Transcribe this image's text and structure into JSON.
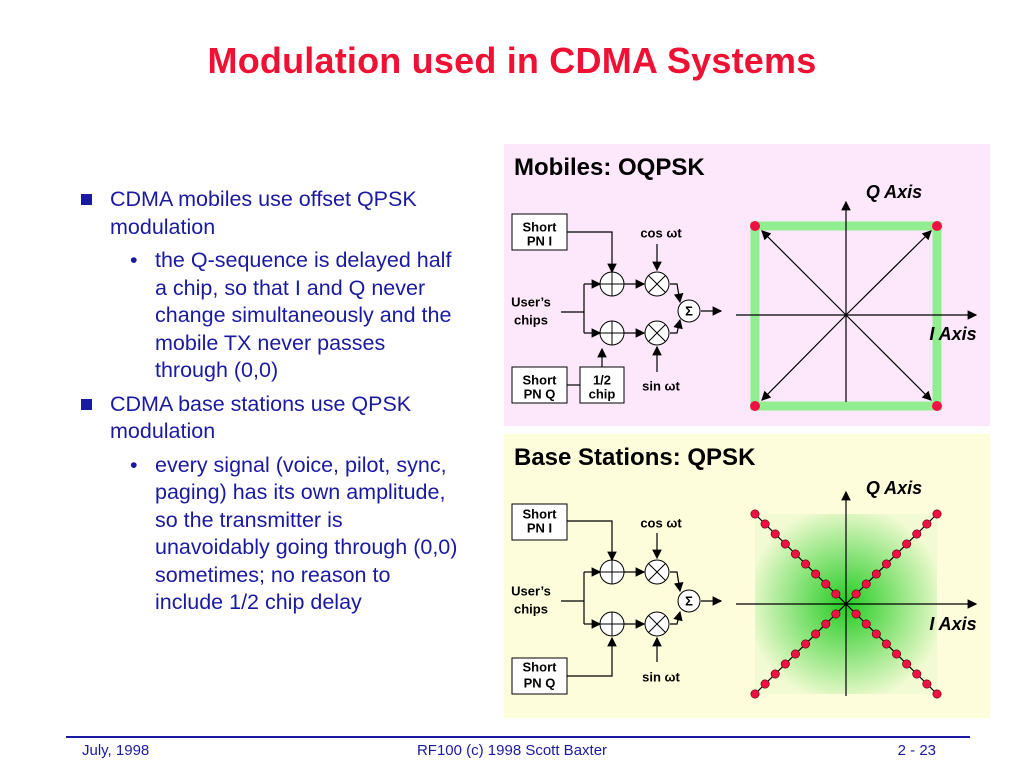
{
  "slide": {
    "title": "Modulation used in CDMA Systems",
    "bullets": [
      {
        "level": 1,
        "text": "CDMA mobiles use offset QPSK modulation"
      },
      {
        "level": 2,
        "text": "the Q-sequence is delayed half a chip, so that I and Q never change simultaneously and the mobile TX never passes through (0,0)"
      },
      {
        "level": 1,
        "text": "CDMA base stations use QPSK modulation"
      },
      {
        "level": 2,
        "text": "every signal (voice, pilot, sync, paging) has its own amplitude, so the transmitter is unavoidably going through (0,0) sometimes; no reason to include 1/2 chip delay"
      }
    ],
    "bullet_glyph": "•"
  },
  "mobiles": {
    "title": "Mobiles: OQPSK",
    "short_pn_i": [
      "Short",
      "PN I"
    ],
    "short_pn_q": [
      "Short",
      "PN Q"
    ],
    "half_chip": [
      "1/2",
      "chip"
    ],
    "users_chips": [
      "User’s",
      "chips"
    ],
    "cos_label": "cos ωt",
    "sin_label": "sin ωt",
    "sum_symbol": "Σ",
    "q_axis": "Q Axis",
    "i_axis": "I Axis"
  },
  "base": {
    "title": "Base Stations: QPSK",
    "short_pn_i": [
      "Short",
      "PN I"
    ],
    "short_pn_q": [
      "Short",
      "PN Q"
    ],
    "users_chips": [
      "User’s",
      "chips"
    ],
    "cos_label": "cos ωt",
    "sin_label": "sin ωt",
    "sum_symbol": "Σ",
    "q_axis": "Q Axis",
    "i_axis": "I Axis"
  },
  "colors": {
    "title": "#ee1133",
    "text": "#1a1aa0",
    "dot_fill": "#ee1144",
    "oqpsk_path": "#90ee90",
    "qpsk_glow": "#22cc22"
  },
  "footer": {
    "left": "July, 1998",
    "center": "RF100 (c) 1998 Scott Baxter",
    "right": "2 - 23"
  }
}
